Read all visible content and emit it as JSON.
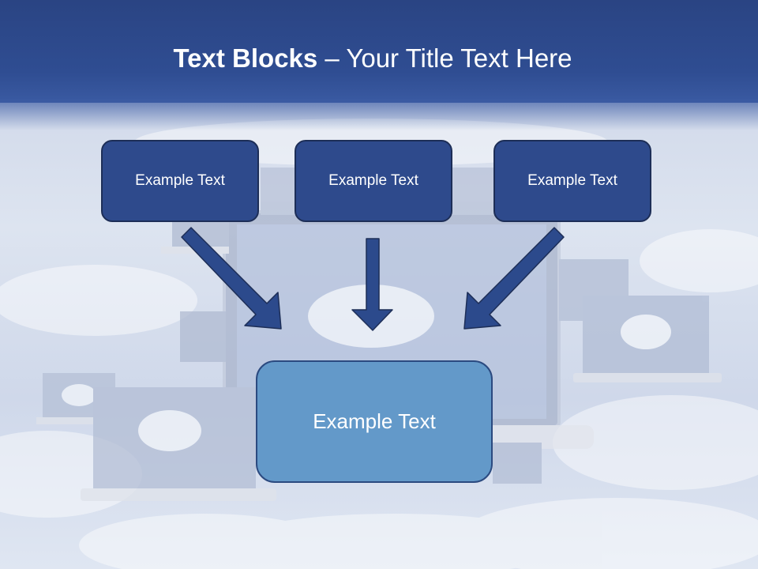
{
  "slide": {
    "title_bold": "Text Blocks",
    "title_rest": " – Your Title Text Here"
  },
  "blocks": [
    {
      "label": "Example Text"
    },
    {
      "label": "Example Text"
    },
    {
      "label": "Example Text"
    }
  ],
  "main_block": {
    "label": "Example Text"
  },
  "colors": {
    "header": "#2f4d92",
    "block": "#2e4a8c",
    "main_block": "#6399c9",
    "arrow": "#2c4a8c"
  }
}
